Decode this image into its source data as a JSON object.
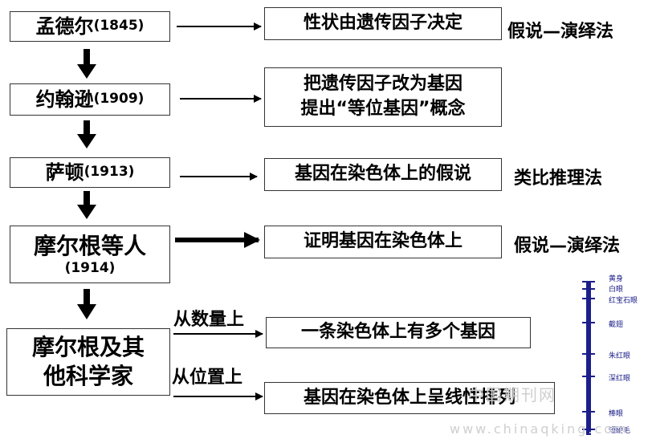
{
  "scientists": [
    {
      "name": "孟德尔",
      "year": "(1845)"
    },
    {
      "name": "约翰逊",
      "year": "(1909)"
    },
    {
      "name": "萨顿",
      "year": "(1913)"
    },
    {
      "name": "摩尔根等人",
      "year": "(1914)"
    },
    {
      "name_line1": "摩尔根及其",
      "name_line2": "他科学家"
    }
  ],
  "findings": [
    {
      "text": "性状由遗传因子决定"
    },
    {
      "line1": "把遗传因子改为基因",
      "line2": "提出“等位基因”概念"
    },
    {
      "text": "基因在染色体上的假说"
    },
    {
      "text": "证明基因在染色体上"
    },
    {
      "text": "一条染色体上有多个基因"
    },
    {
      "text": "基因在染色体上呈线性排列"
    }
  ],
  "methods": {
    "mendel": "假说—演绎法",
    "sutton": "类比推理法",
    "morgan": "假说—演绎法"
  },
  "arrow_labels": {
    "quantity": "从数量上",
    "position": "从位置上"
  },
  "chromosome_genes": [
    "黄身",
    "白眼",
    "红宝石眼",
    "截翅",
    "朱红眼",
    "深红眼",
    "棒眼",
    "短硬毛"
  ],
  "watermark": {
    "cn": "中国期刊网",
    "url": "www.chinaqking.com"
  }
}
